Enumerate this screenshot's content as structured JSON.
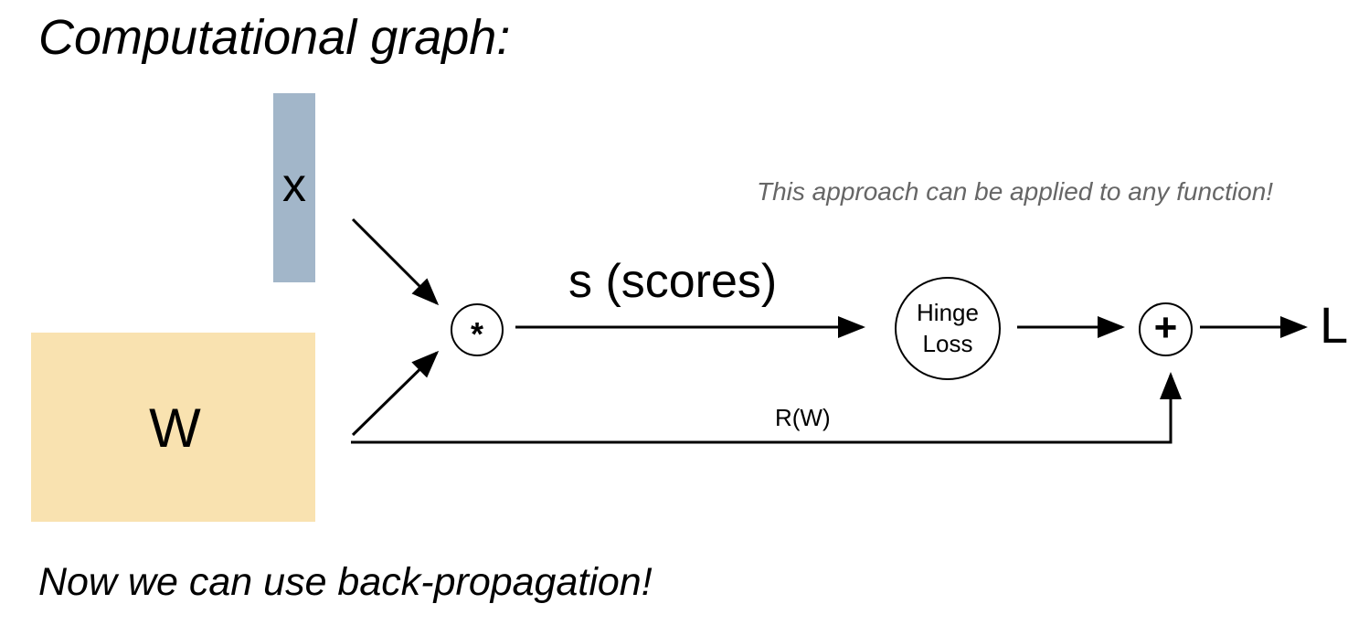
{
  "title": "Computational graph:",
  "note": "This approach can be applied to any function!",
  "footer": "Now we can use back-propagation!",
  "inputs": {
    "x_label": "x",
    "w_label": "W",
    "x_color": "#a2b6c9",
    "w_color": "#f9e2b0"
  },
  "nodes": {
    "multiply_label": "*",
    "hinge_line1": "Hinge",
    "hinge_line2": "Loss",
    "add_label": "+"
  },
  "edges": {
    "scores_label": "s (scores)",
    "regularization_label": "R(W)"
  },
  "output": {
    "loss_label": "L"
  }
}
